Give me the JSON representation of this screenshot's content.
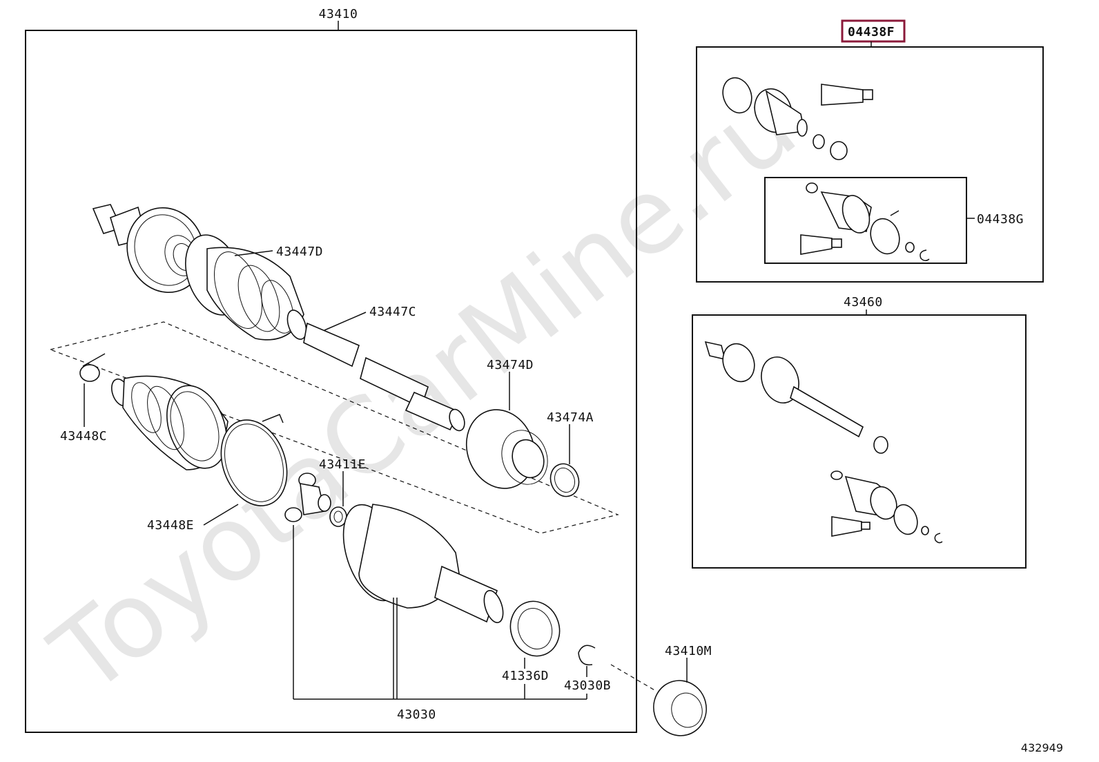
{
  "watermark": "ToyotaCarMine.ru",
  "diagram_number": "432949",
  "highlight_color": "#8b1a3a",
  "labels": {
    "p43410": "43410",
    "p43447D": "43447D",
    "p43447C": "43447C",
    "p43474D": "43474D",
    "p43474A": "43474A",
    "p43448C": "43448C",
    "p43448E": "43448E",
    "p43411E": "43411E",
    "p41336D": "41336D",
    "p43030B": "43030B",
    "p43030": "43030",
    "p43410M": "43410M",
    "p04438F": "04438F",
    "p04438G": "04438G",
    "p43460": "43460"
  }
}
